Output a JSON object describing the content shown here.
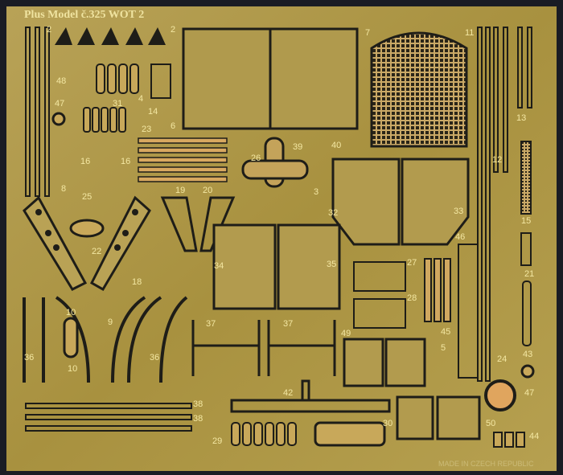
{
  "fret": {
    "title": "Plus Model č.325  WOT 2",
    "footer": "MADE IN CZECH REPUBLIC",
    "colors": {
      "brass": "#b59e4f",
      "brass_light": "#d9c46f",
      "etch": "#1e1d18",
      "part": "#c8a85a",
      "background": "#1a1c24"
    }
  },
  "part_numbers": [
    "2",
    "2",
    "48",
    "47",
    "8",
    "31",
    "4",
    "14",
    "23",
    "6",
    "7",
    "11",
    "13",
    "12",
    "15",
    "21",
    "16",
    "16",
    "25",
    "19",
    "20",
    "26",
    "39",
    "40",
    "3",
    "32",
    "33",
    "22",
    "34",
    "35",
    "46",
    "18",
    "27",
    "28",
    "24",
    "45",
    "43",
    "37",
    "37",
    "36",
    "36",
    "5",
    "49",
    "10",
    "10",
    "9",
    "47",
    "38",
    "38",
    "42",
    "29",
    "30",
    "44",
    "50"
  ]
}
